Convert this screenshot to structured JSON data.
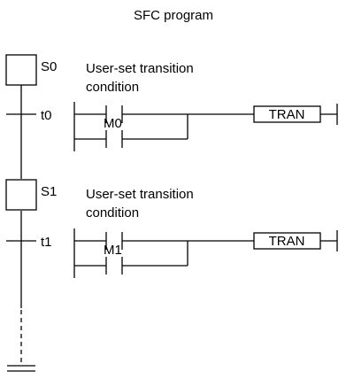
{
  "title": "SFC program",
  "steps": [
    {
      "name": "S0",
      "transition": "t0",
      "condition_line1": "User-set transition",
      "condition_line2": "condition",
      "contact": "M0",
      "instruction": "TRAN"
    },
    {
      "name": "S1",
      "transition": "t1",
      "condition_line1": "User-set transition",
      "condition_line2": "condition",
      "contact": "M1",
      "instruction": "TRAN"
    }
  ]
}
